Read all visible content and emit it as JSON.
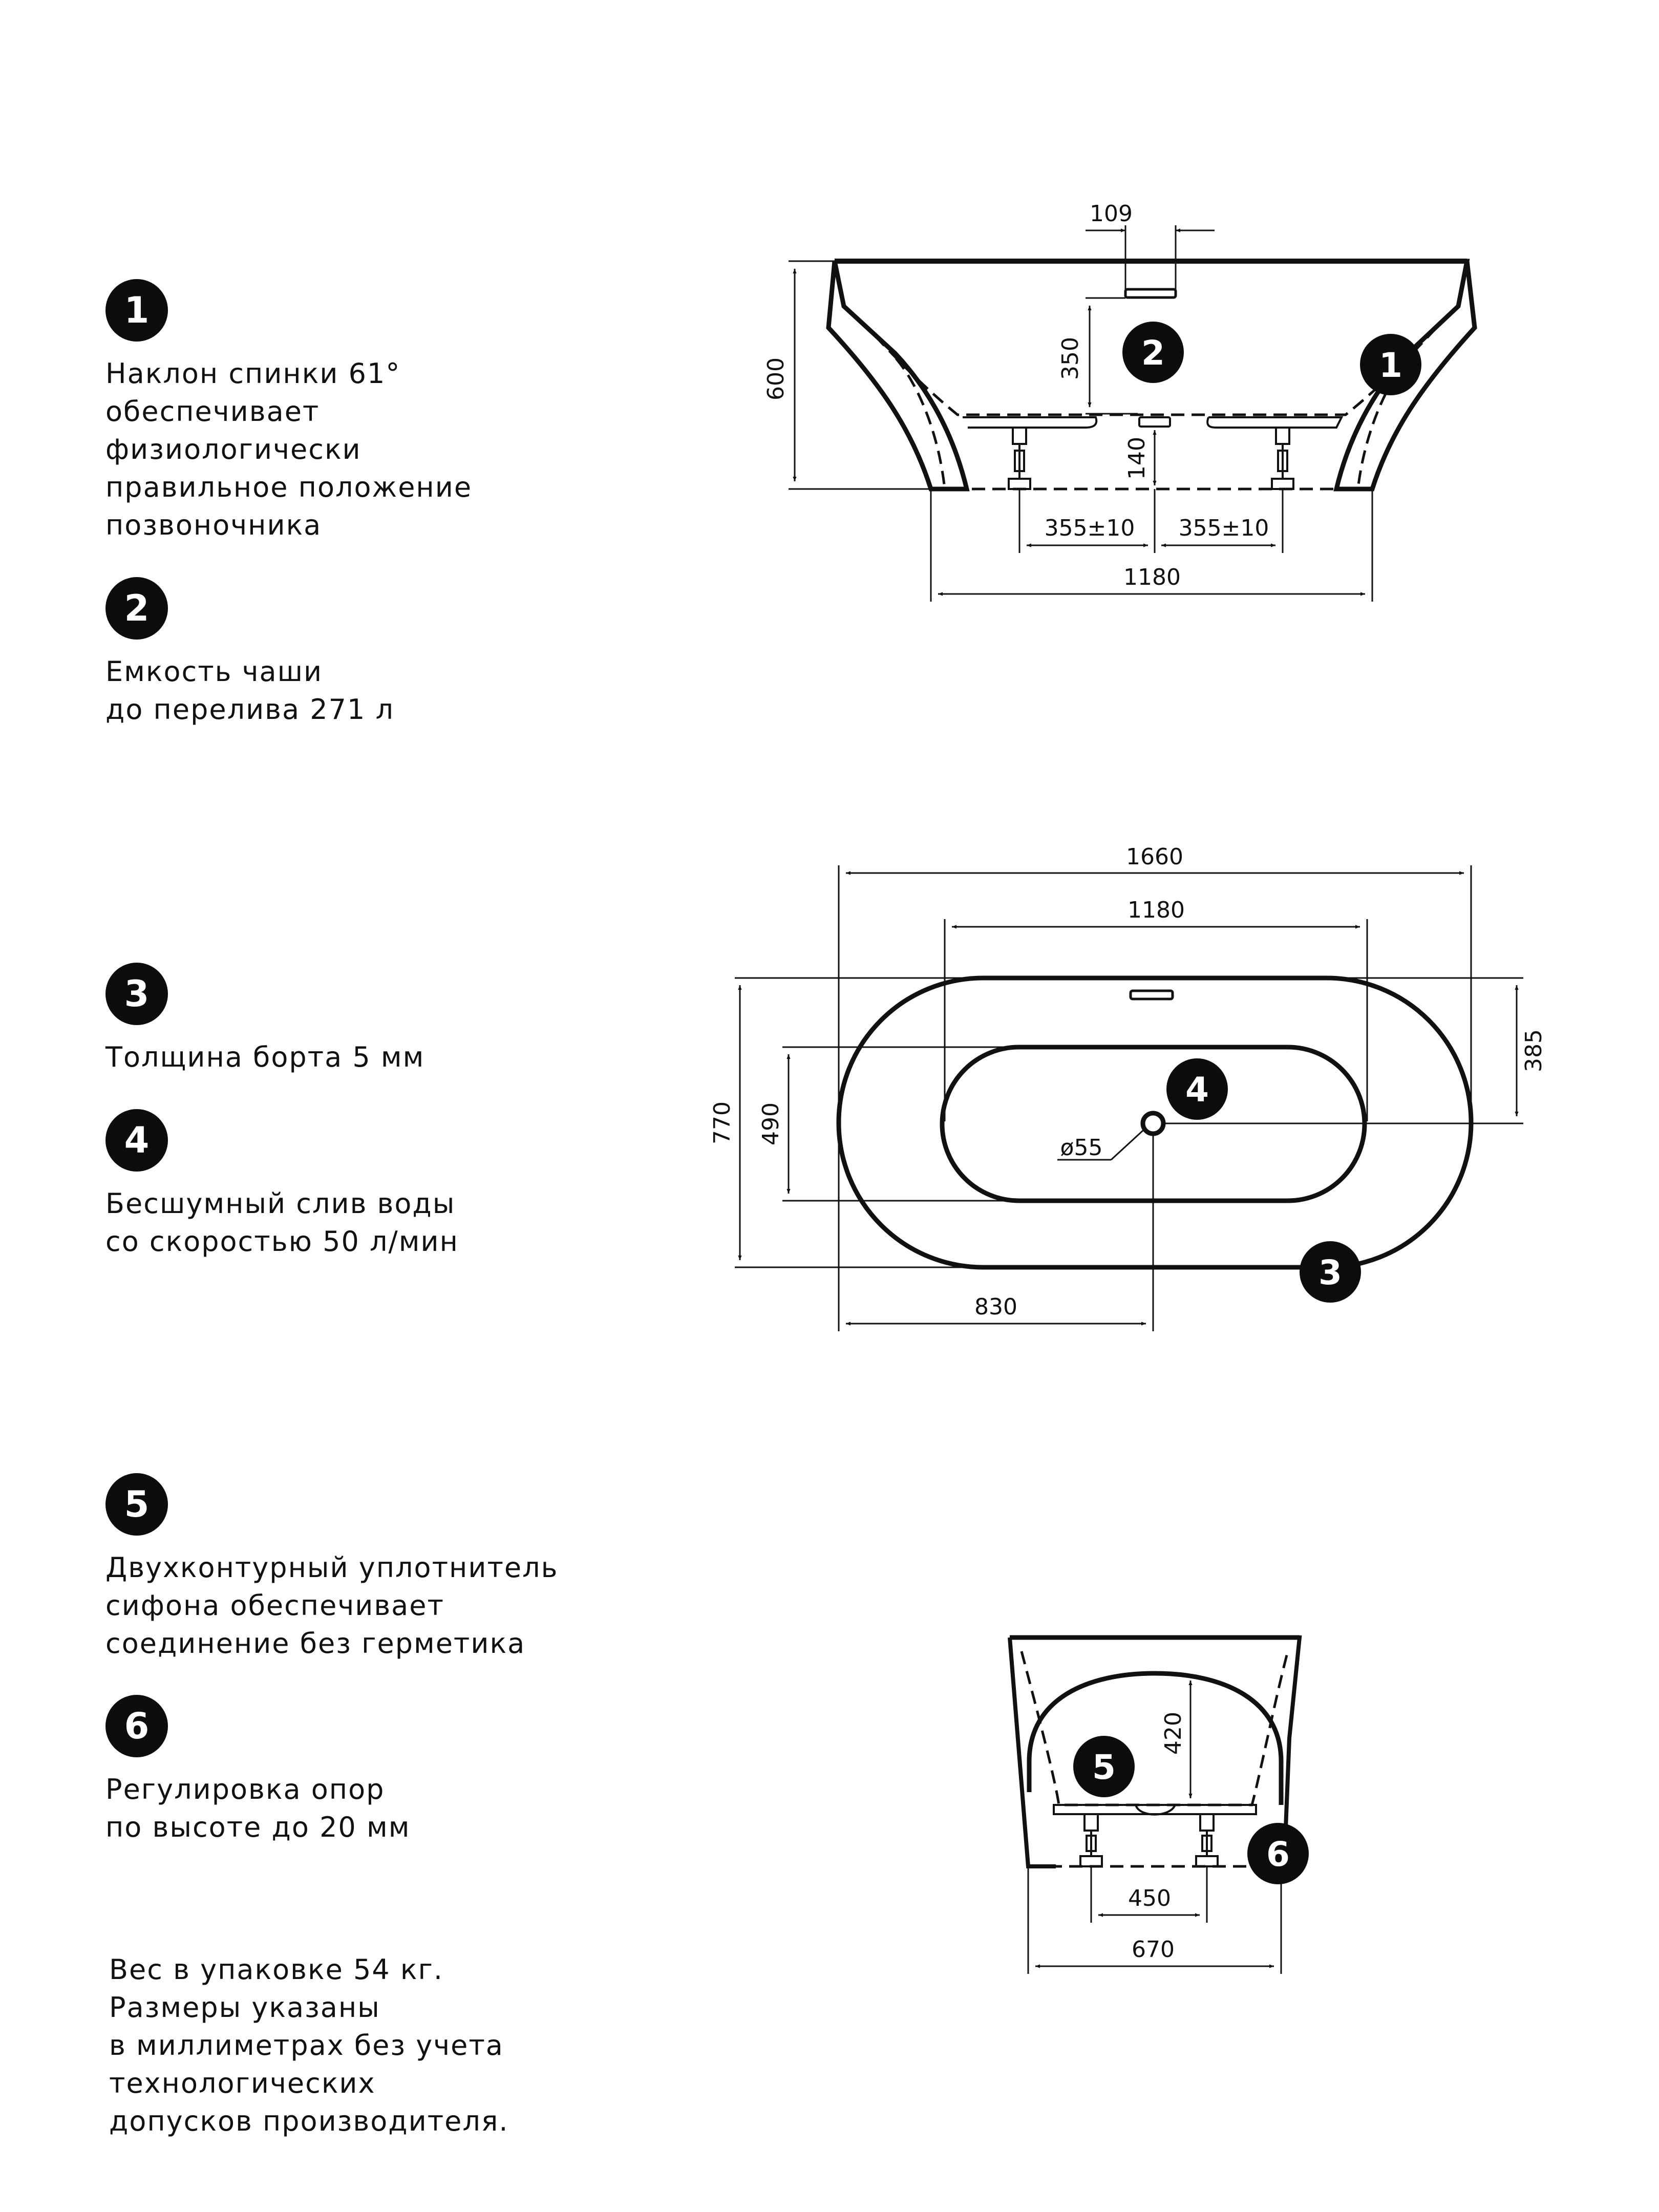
{
  "features": [
    {
      "num": "1",
      "text": "Наклон спинки 61°\nобеспечивает\nфизиологически\nправильное положение\nпозвоночника"
    },
    {
      "num": "2",
      "text": "Емкость чаши\nдо перелива 271 л"
    },
    {
      "num": "3",
      "text": "Толщина борта 5 мм"
    },
    {
      "num": "4",
      "text": "Бесшумный слив воды\nсо скоростью 50 л/мин"
    },
    {
      "num": "5",
      "text": "Двухконтурный уплотнитель\nсифона обеспечивает\nсоединение без герметика"
    },
    {
      "num": "6",
      "text": "Регулировка опор\nпо высоте до 20 мм"
    }
  ],
  "note": "Вес в упаковке 54 кг.\nРазмеры указаны\nв миллиметрах без учета\nтехнологических\nдопусков производителя.",
  "drawing_side": {
    "d_overflow_width": "109",
    "d_depth": "350",
    "d_height": "600",
    "d_leg_height": "140",
    "d_leg_left": "355±10",
    "d_leg_right": "355±10",
    "d_base_length": "1180"
  },
  "drawing_top": {
    "d_total_length": "1660",
    "d_inner_length": "1180",
    "d_total_width": "770",
    "d_inner_width": "490",
    "d_half_width": "385",
    "d_drain": "ø55",
    "d_drain_offset": "830"
  },
  "drawing_end": {
    "d_depth": "420",
    "d_leg_spacing": "450",
    "d_base_width": "670"
  }
}
